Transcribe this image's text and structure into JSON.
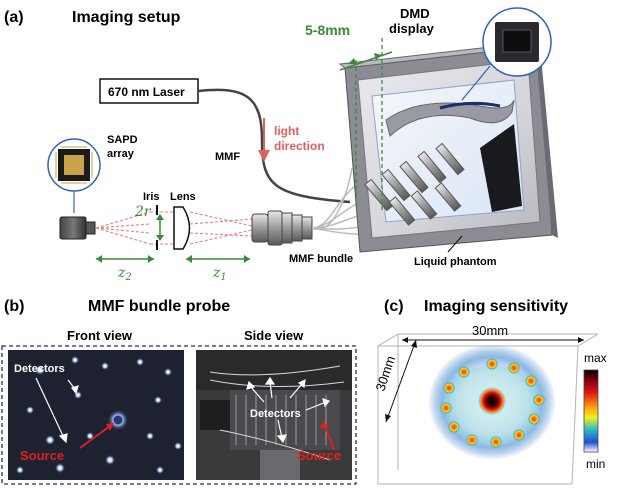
{
  "panel_a": {
    "letter": "(a)",
    "title": "Imaging setup",
    "laser": "670 nm Laser",
    "light_direction": [
      "light",
      "direction"
    ],
    "mmf": "MMF",
    "sapd": [
      "SAPD",
      "array"
    ],
    "iris": "Iris",
    "lens": "Lens",
    "two_r": "2r",
    "z2": "z",
    "z2_sub": "2",
    "z1": "z",
    "z1_sub": "1",
    "mmf_bundle": "MMF bundle",
    "liquid_phantom": "Liquid phantom",
    "gap": "5-8mm",
    "dmd": [
      "DMD",
      "display"
    ]
  },
  "panel_b": {
    "letter": "(b)",
    "title": "MMF bundle probe",
    "front_view": "Front view",
    "side_view": "Side view",
    "detectors_front": "Detectors",
    "source_front": "Source",
    "detectors_side": "Detectors",
    "source_side": "Source"
  },
  "panel_c": {
    "letter": "(c)",
    "title": "Imaging sensitivity",
    "width_label": "30mm",
    "depth_label": "30mm",
    "colorbar_max": "max",
    "colorbar_min": "min"
  },
  "colors": {
    "green": "#3a8a3a",
    "light_red": "#e06060",
    "source_red": "#e02020",
    "frame_blue": "#1a2e6e",
    "dmd_blue": "#3060c0"
  }
}
